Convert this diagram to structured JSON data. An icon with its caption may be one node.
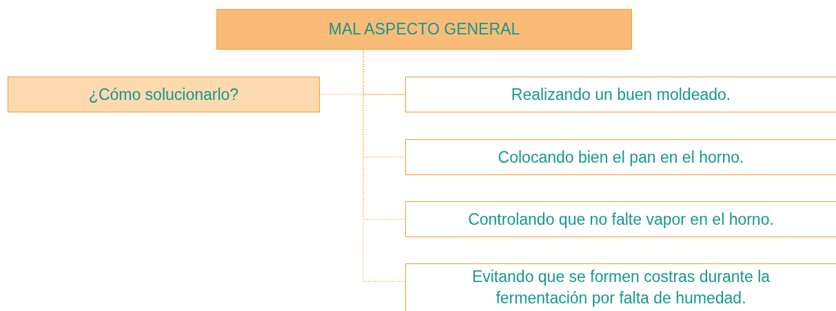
{
  "diagram": {
    "nodes": [
      {
        "text": [
          "MAL ASPECTO GENERAL"
        ]
      },
      {
        "text": [
          "¿Cómo solucionarlo?"
        ]
      },
      {
        "text": [
          "Realizando un buen moldeado."
        ]
      },
      {
        "text": [
          "Colocando bien el pan en el horno."
        ]
      },
      {
        "text": [
          "Controlando que no falte vapor en el horno."
        ]
      },
      {
        "text": [
          "Evitando que se formen costras durante la fermentación por falta de humedad."
        ]
      }
    ],
    "edges": [
      {
        "from": 0,
        "to": 2,
        "arrow": "none",
        "style": "dashed"
      },
      {
        "from": 0,
        "to": 3,
        "arrow": "none",
        "style": "dashed"
      },
      {
        "from": 0,
        "to": 4,
        "arrow": "none",
        "style": "dashed"
      },
      {
        "from": 0,
        "to": 5,
        "arrow": "none",
        "style": "dashed"
      },
      {
        "from": 1,
        "to": 2,
        "arrow": "none",
        "style": "dashed"
      }
    ]
  }
}
